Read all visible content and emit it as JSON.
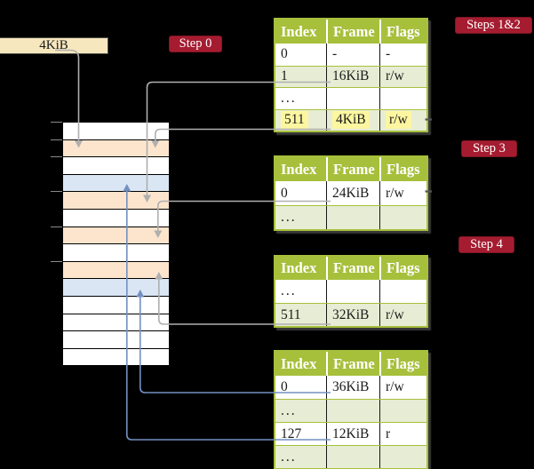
{
  "colors": {
    "badge_red": "#A51C30",
    "badge_border": "#7E1624",
    "header_green": "#A6C03C",
    "row_green": "#E7EDD4",
    "row_white": "#FFFFFF",
    "peach": "#FCE5CC",
    "blue_row": "#DAE6F4",
    "highlight_yellow": "#FDF6A0",
    "cream_box": "#F7E7BE",
    "connector_gray": "#AFAFAF",
    "connector_blue": "#7390C1"
  },
  "labels": {
    "frame_box": "4KiB",
    "step0": "Step 0",
    "steps12": "Steps 1&2",
    "step3": "Step 3",
    "step4": "Step 4"
  },
  "memory": {
    "rows": [
      {
        "kind": "white"
      },
      {
        "kind": "peach"
      },
      {
        "kind": "white"
      },
      {
        "kind": "blue"
      },
      {
        "kind": "peach"
      },
      {
        "kind": "white"
      },
      {
        "kind": "peach"
      },
      {
        "kind": "white"
      },
      {
        "kind": "peach"
      },
      {
        "kind": "blue"
      },
      {
        "kind": "white"
      },
      {
        "kind": "white"
      },
      {
        "kind": "white"
      },
      {
        "kind": "white"
      }
    ]
  },
  "tables": [
    {
      "headers": [
        "Index",
        "Frame",
        "Flags"
      ],
      "rows": [
        {
          "cells": [
            "0",
            "-",
            "-"
          ]
        },
        {
          "cells": [
            "1",
            "16KiB",
            "r/w"
          ]
        },
        {
          "cells": [
            "...",
            "",
            ""
          ]
        },
        {
          "cells": [
            "511",
            "4KiB",
            "r/w"
          ],
          "highlight": true
        }
      ]
    },
    {
      "headers": [
        "Index",
        "Frame",
        "Flags"
      ],
      "rows": [
        {
          "cells": [
            "0",
            "24KiB",
            "r/w"
          ]
        },
        {
          "cells": [
            "...",
            "",
            ""
          ]
        }
      ]
    },
    {
      "headers": [
        "Index",
        "Frame",
        "Flags"
      ],
      "rows": [
        {
          "cells": [
            "...",
            "",
            ""
          ]
        },
        {
          "cells": [
            "511",
            "32KiB",
            "r/w"
          ]
        }
      ]
    },
    {
      "headers": [
        "Index",
        "Frame",
        "Flags"
      ],
      "rows": [
        {
          "cells": [
            "0",
            "36KiB",
            "r/w"
          ]
        },
        {
          "cells": [
            "...",
            "",
            ""
          ]
        },
        {
          "cells": [
            "127",
            "12KiB",
            "r"
          ]
        },
        {
          "cells": [
            "...",
            "",
            ""
          ]
        }
      ]
    }
  ]
}
